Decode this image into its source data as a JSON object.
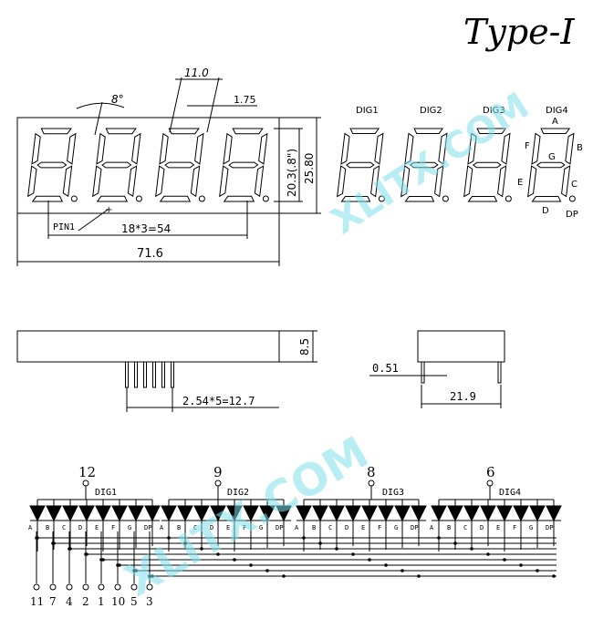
{
  "title": "Type-I",
  "watermark": "XLITX.COM",
  "front": {
    "angle": "8°",
    "pitch_top": "11.0",
    "gap": "1.75",
    "char_height": "20.3(.8\")",
    "height": "25.80",
    "pin1": "PIN1",
    "span": "18*3=54",
    "width": "71.6"
  },
  "segment_map": {
    "digits": [
      "DIG1",
      "DIG2",
      "DIG3",
      "DIG4"
    ],
    "segments": {
      "a": "A",
      "b": "B",
      "c": "C",
      "d": "D",
      "e": "E",
      "f": "F",
      "g": "G",
      "dp": "DP"
    }
  },
  "side": {
    "height": "8.5",
    "pin_pitch": "2.54*5=12.7",
    "pin_width": "0.51",
    "depth": "21.9"
  },
  "schematic": {
    "groups": [
      {
        "dig": "DIG1",
        "pin": "12"
      },
      {
        "dig": "DIG2",
        "pin": "9"
      },
      {
        "dig": "DIG3",
        "pin": "8"
      },
      {
        "dig": "DIG4",
        "pin": "6"
      }
    ],
    "segment_labels": [
      "A",
      "B",
      "C",
      "D",
      "E",
      "F",
      "G",
      "DP"
    ],
    "bottom_pins": [
      "11",
      "7",
      "4",
      "2",
      "1",
      "10",
      "5",
      "3"
    ]
  }
}
